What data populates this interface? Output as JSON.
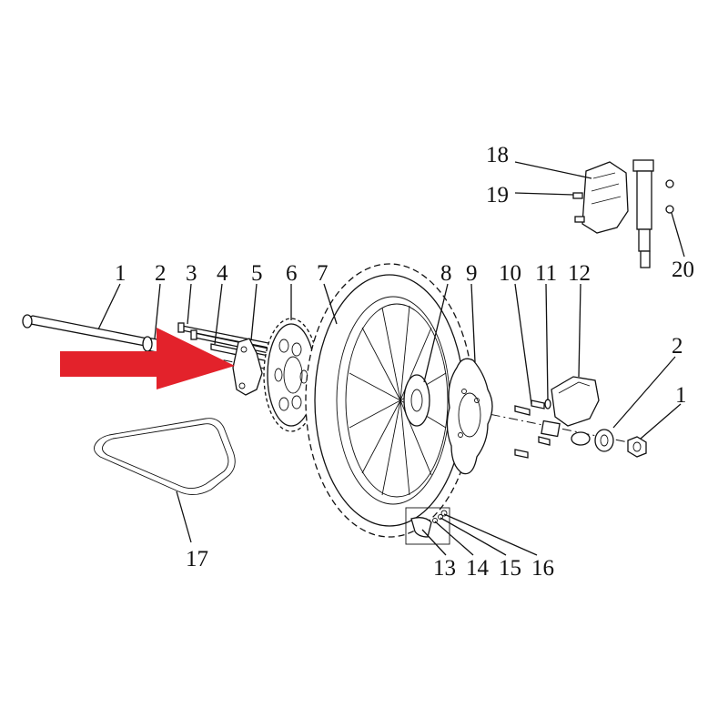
{
  "diagram": {
    "labels": [
      {
        "id": "axle",
        "text": "1"
      },
      {
        "id": "spacer-left",
        "text": "2"
      },
      {
        "id": "bolt-long",
        "text": "3"
      },
      {
        "id": "spacer-tube",
        "text": "4"
      },
      {
        "id": "sprocket-plate",
        "text": "5"
      },
      {
        "id": "sprocket",
        "text": "6"
      },
      {
        "id": "rear-wheel",
        "text": "7"
      },
      {
        "id": "hub",
        "text": "8"
      },
      {
        "id": "brake-disc",
        "text": "9"
      },
      {
        "id": "disc-bolt",
        "text": "10"
      },
      {
        "id": "washer",
        "text": "11"
      },
      {
        "id": "caliper",
        "text": "12"
      },
      {
        "id": "valve",
        "text": "13"
      },
      {
        "id": "valve-part-14",
        "text": "14"
      },
      {
        "id": "valve-part-15",
        "text": "15"
      },
      {
        "id": "valve-cap",
        "text": "16"
      },
      {
        "id": "chain",
        "text": "17"
      },
      {
        "id": "master-cylinder-guard",
        "text": "18"
      },
      {
        "id": "guard-bolt",
        "text": "19"
      },
      {
        "id": "master-cylinder-nut",
        "text": "20"
      },
      {
        "id": "spacer-right",
        "text": "2"
      },
      {
        "id": "axle-nut",
        "text": "1"
      }
    ],
    "highlight": {
      "color": "#e3222b",
      "points_to": "sprocket-plate"
    },
    "colors": {
      "ink": "#111111",
      "background": "#ffffff"
    }
  }
}
